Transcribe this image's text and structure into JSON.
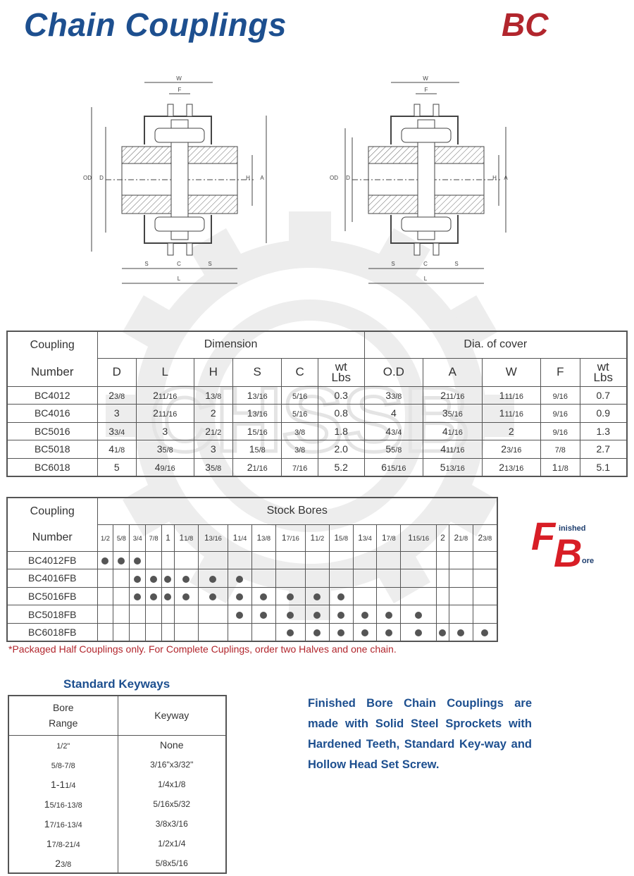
{
  "header": {
    "title": "Chain Couplings",
    "code": "BC"
  },
  "watermark": {
    "text": "CHSSB"
  },
  "drawings": {
    "labels": {
      "w": "W",
      "f": "F",
      "od": "OD",
      "d": "D",
      "h": "H",
      "a": "A",
      "s": "S",
      "c": "C",
      "l": "L"
    }
  },
  "dimension_table": {
    "col_coupling": "Coupling",
    "col_number": "Number",
    "group_dimension": "Dimension",
    "group_cover": "Dia. of cover",
    "headers": [
      "D",
      "L",
      "H",
      "S",
      "C",
      "wt Lbs",
      "O.D",
      "A",
      "W",
      "F",
      "wt Lbs"
    ],
    "rows": [
      [
        "BC4012",
        "2 3/8",
        "2 11/16",
        "1 3/8",
        "1 3/16",
        "5/16",
        "0.3",
        "3 3/8",
        "2 11/16",
        "1 11/16",
        "9/16",
        "0.7"
      ],
      [
        "BC4016",
        "3",
        "2 11/16",
        "2",
        "1 3/16",
        "5/16",
        "0.8",
        "4",
        "3 5/16",
        "1 11/16",
        "9/16",
        "0.9"
      ],
      [
        "BC5016",
        "3 3/4",
        "3",
        "2 1/2",
        "1 5/16",
        "3/8",
        "1.8",
        "4 3/4",
        "4 1/16",
        "2",
        "9/16",
        "1.3"
      ],
      [
        "BC5018",
        "4 1/8",
        "3 5/8",
        "3",
        "1 5/8",
        "3/8",
        "2.0",
        "5 5/8",
        "4 11/16",
        "2 3/16",
        "7/8",
        "2.7"
      ],
      [
        "BC6018",
        "5",
        "4 9/16",
        "3 5/8",
        "2 1/16",
        "7/16",
        "5.2",
        "6 15/16",
        "5 13/16",
        "2 13/16",
        "1 1/8",
        "5.1"
      ]
    ]
  },
  "stock_bores": {
    "col_coupling": "Coupling",
    "col_number": "Number",
    "group_label": "Stock Bores",
    "sizes": [
      "1/2",
      "5/8",
      "3/4",
      "7/8",
      "1",
      "1 1/8",
      "1 3/16",
      "1 1/4",
      "1 3/8",
      "1 7/16",
      "1 1/2",
      "1 5/8",
      "1 3/4",
      "1 7/8",
      "1 15/16",
      "2",
      "2 1/8",
      "2 3/8"
    ],
    "rows": [
      {
        "number": "BC4012FB",
        "bores": [
          1,
          1,
          1,
          0,
          0,
          0,
          0,
          0,
          0,
          0,
          0,
          0,
          0,
          0,
          0,
          0,
          0,
          0
        ]
      },
      {
        "number": "BC4016FB",
        "bores": [
          0,
          0,
          1,
          1,
          1,
          1,
          1,
          1,
          0,
          0,
          0,
          0,
          0,
          0,
          0,
          0,
          0,
          0
        ]
      },
      {
        "number": "BC5016FB",
        "bores": [
          0,
          0,
          1,
          1,
          1,
          1,
          1,
          1,
          1,
          1,
          1,
          1,
          0,
          0,
          0,
          0,
          0,
          0
        ]
      },
      {
        "number": "BC5018FB",
        "bores": [
          0,
          0,
          0,
          0,
          0,
          0,
          0,
          1,
          1,
          1,
          1,
          1,
          1,
          1,
          1,
          0,
          0,
          0
        ]
      },
      {
        "number": "BC6018FB",
        "bores": [
          0,
          0,
          0,
          0,
          0,
          0,
          0,
          0,
          0,
          1,
          1,
          1,
          1,
          1,
          1,
          1,
          1,
          1
        ]
      }
    ],
    "note": "*Packaged Half Couplings only. For Complete Cuplings, order two Halves and one chain."
  },
  "fb_logo": {
    "letter_f": "F",
    "letter_b": "B",
    "text_top": "inished",
    "text_bottom": "ore",
    "color": "#d81e26"
  },
  "keyways": {
    "title": "Standard Keyways",
    "col_bore": "Bore",
    "col_range": "Range",
    "col_keyway": "Keyway",
    "rows": [
      [
        "1/2\"",
        "None"
      ],
      [
        "5/8-7/8",
        "3/16\"x3/32\""
      ],
      [
        "1-1 1/4",
        "1/4x1/8"
      ],
      [
        "1 5/16-1 3/8",
        "5/16x5/32"
      ],
      [
        "1 7/16-1 3/4",
        "3/8x3/16"
      ],
      [
        "1 7/8-2 1/4",
        "1/2x1/4"
      ],
      [
        "2 3/8",
        "5/8x5/16"
      ]
    ]
  },
  "description": "Finished Bore Chain Couplings are made with Solid Steel Sprockets with Hardened Teeth, Standard Key-way and Hollow Head Set Screw.",
  "colors": {
    "brand_blue": "#1d4f8f",
    "brand_red": "#b2262d"
  }
}
